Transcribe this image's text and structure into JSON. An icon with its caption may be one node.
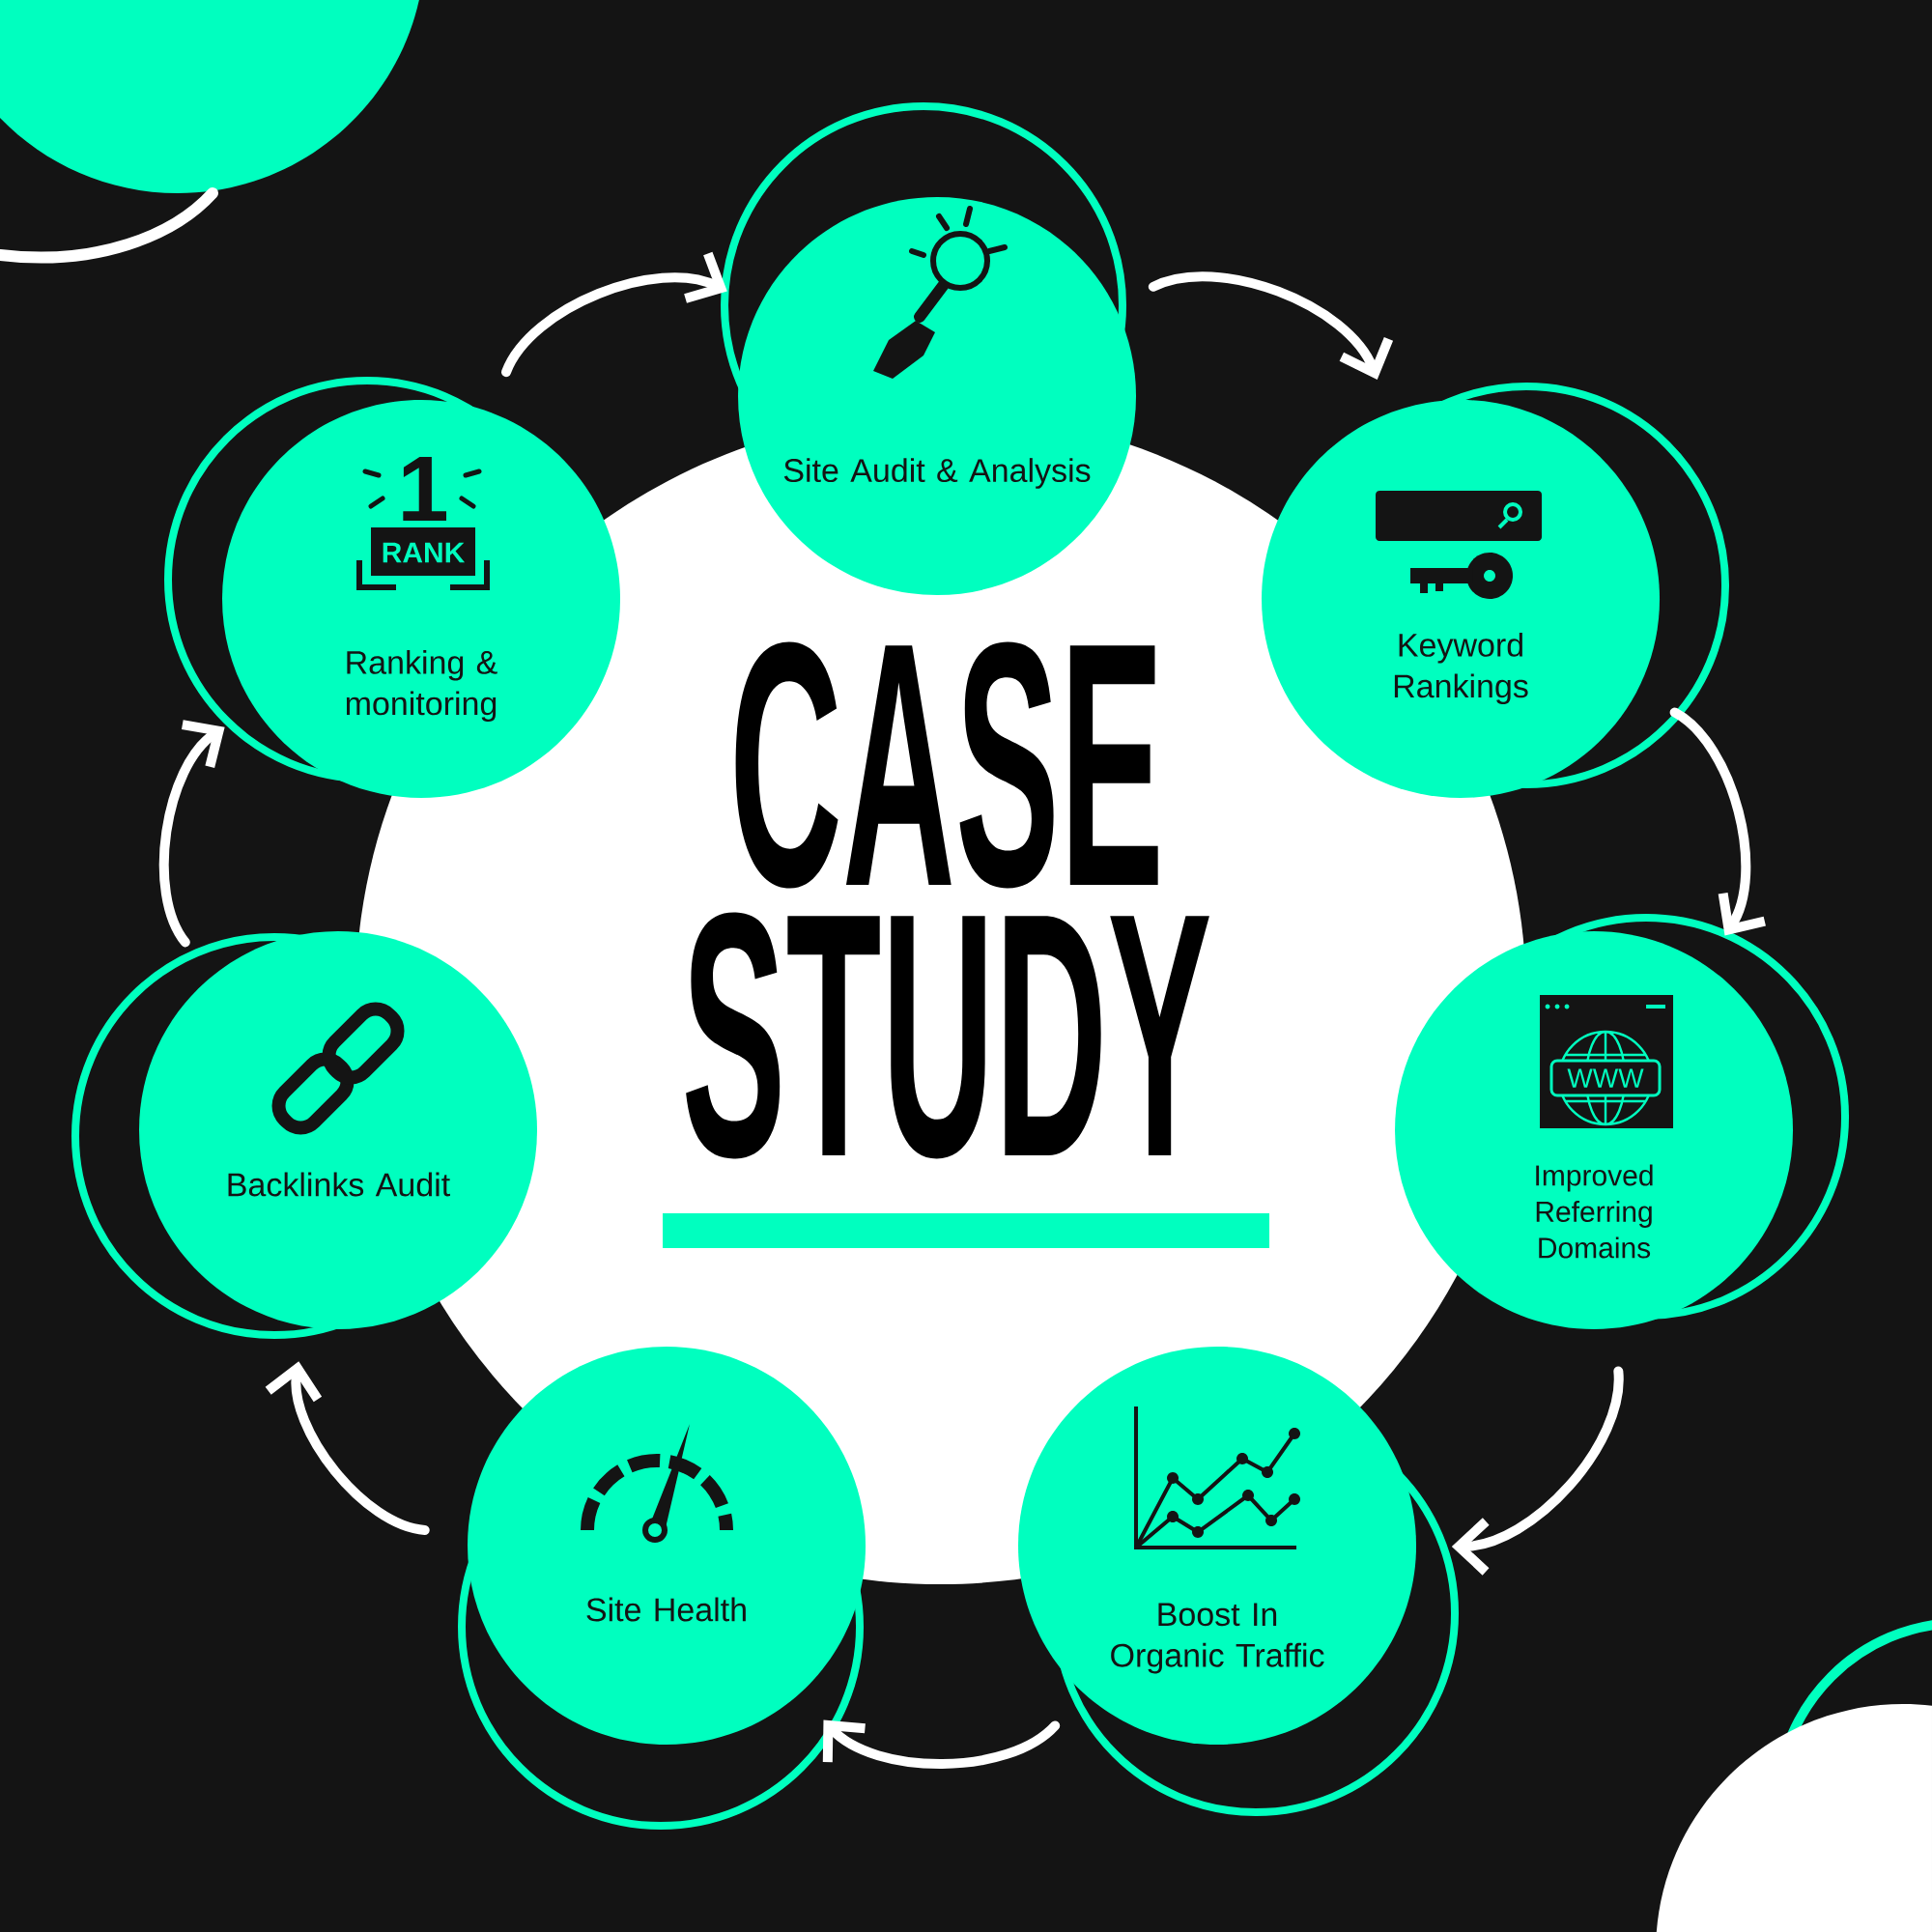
{
  "diagram": {
    "title": "CASE STUDY",
    "nodes": [
      {
        "text": [
          "Site Audit & Analysis"
        ]
      },
      {
        "text": [
          "Keyword Rankings"
        ]
      },
      {
        "text": [
          "Improved Referring Domains"
        ]
      },
      {
        "text": [
          "Boost In Organic Traffic"
        ]
      },
      {
        "text": [
          "Site Health"
        ]
      },
      {
        "text": [
          "Backlinks Audit"
        ]
      },
      {
        "text": [
          "Ranking & monitoring"
        ]
      }
    ],
    "edges": [
      {
        "from": 6,
        "to": 0,
        "arrow": "to"
      },
      {
        "from": 0,
        "to": 1,
        "arrow": "to"
      },
      {
        "from": 1,
        "to": 2,
        "arrow": "to"
      },
      {
        "from": 2,
        "to": 3,
        "arrow": "to"
      },
      {
        "from": 3,
        "to": 4,
        "arrow": "to"
      },
      {
        "from": 4,
        "to": 5,
        "arrow": "to"
      },
      {
        "from": 5,
        "to": 6,
        "arrow": "to"
      }
    ],
    "labels": [
      "1",
      "RANK",
      "WWW"
    ]
  }
}
